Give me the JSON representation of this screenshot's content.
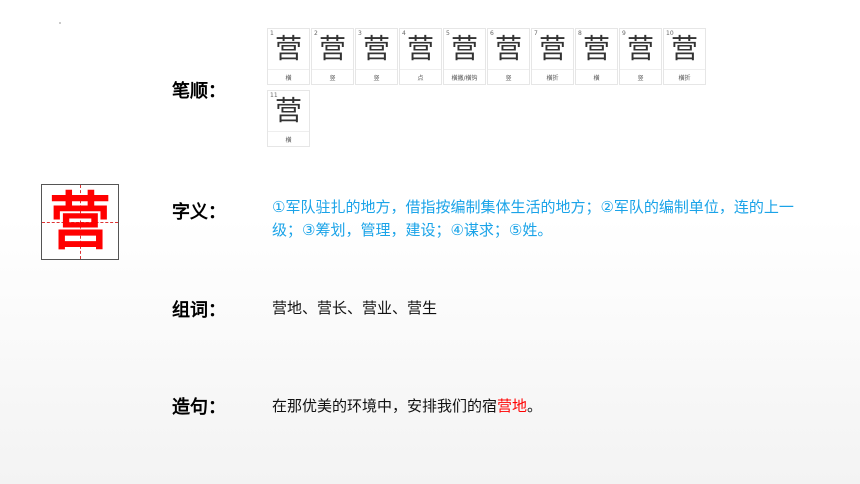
{
  "character": "营",
  "labels": {
    "bishun": "笔顺：",
    "ziyi": "字义：",
    "zuci": "组词：",
    "zaoju": "造句："
  },
  "strokes": [
    {
      "num": "1",
      "name": "横"
    },
    {
      "num": "2",
      "name": "竖"
    },
    {
      "num": "3",
      "name": "竖"
    },
    {
      "num": "4",
      "name": "点"
    },
    {
      "num": "5",
      "name": "横撇/横钩"
    },
    {
      "num": "6",
      "name": "竖"
    },
    {
      "num": "7",
      "name": "横折"
    },
    {
      "num": "8",
      "name": "横"
    },
    {
      "num": "9",
      "name": "竖"
    },
    {
      "num": "10",
      "name": "横折"
    },
    {
      "num": "11",
      "name": "横"
    }
  ],
  "meaning": "①军队驻扎的地方，借指按编制集体生活的地方；②军队的编制单位，连的上一级；③筹划，管理，建设；④谋求；⑤姓。",
  "words": "营地、营长、营业、营生",
  "sentence": {
    "before": "在那优美的环境中，安排我们的宿",
    "highlight": "营地",
    "after": "。"
  },
  "colors": {
    "highlight": "#ff0000",
    "meaning_text": "#1aa3e8",
    "grid_line": "#dd3333"
  }
}
